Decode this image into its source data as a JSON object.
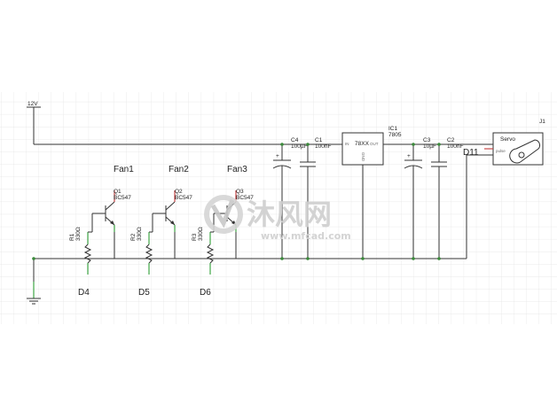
{
  "supply": {
    "label": "12V"
  },
  "fans": [
    {
      "label": "Fan1",
      "transistor_ref": "Q1",
      "transistor_part": "BC547",
      "resistor_ref": "R1",
      "resistor_value": "330Ω",
      "diode": "D4"
    },
    {
      "label": "Fan2",
      "transistor_ref": "Q2",
      "transistor_part": "BC547",
      "resistor_ref": "R2",
      "resistor_value": "330Ω",
      "diode": "D5"
    },
    {
      "label": "Fan3",
      "transistor_ref": "Q3",
      "transistor_part": "BC547",
      "resistor_ref": "R3",
      "resistor_value": "330Ω",
      "diode": "D6"
    }
  ],
  "capacitors": {
    "c4": {
      "ref": "C4",
      "value": "100µF"
    },
    "c1": {
      "ref": "C1",
      "value": "100nF"
    },
    "c3": {
      "ref": "C3",
      "value": "10µF"
    },
    "c2": {
      "ref": "C2",
      "value": "100nF"
    }
  },
  "regulator": {
    "ref": "IC1",
    "part": "7805",
    "body": "78XX",
    "pin_in": "IN",
    "pin_out": "OUT",
    "pin_gnd": "GND"
  },
  "servo": {
    "ref": "J1",
    "label": "Servo",
    "pin_pulse": "pulse",
    "diode": "D11"
  },
  "watermark": {
    "cn": "沐风网",
    "url": "www.mfcad.com"
  }
}
